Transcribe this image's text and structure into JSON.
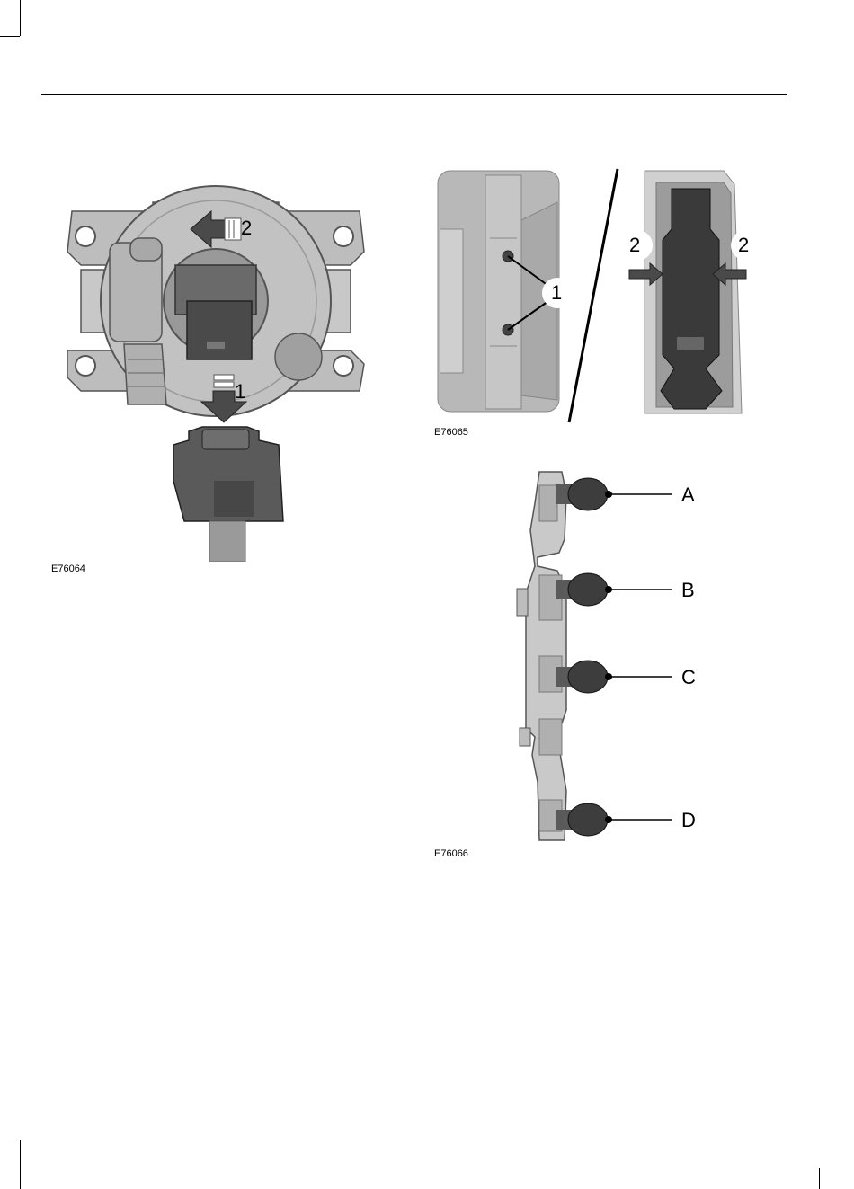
{
  "figures": [
    {
      "code": "E76064",
      "callouts": [
        "1",
        "2"
      ]
    },
    {
      "code": "E76065",
      "callouts": [
        "1",
        "2",
        "2"
      ]
    },
    {
      "code": "E76066",
      "callouts": [
        "A",
        "B",
        "C",
        "D"
      ]
    }
  ]
}
